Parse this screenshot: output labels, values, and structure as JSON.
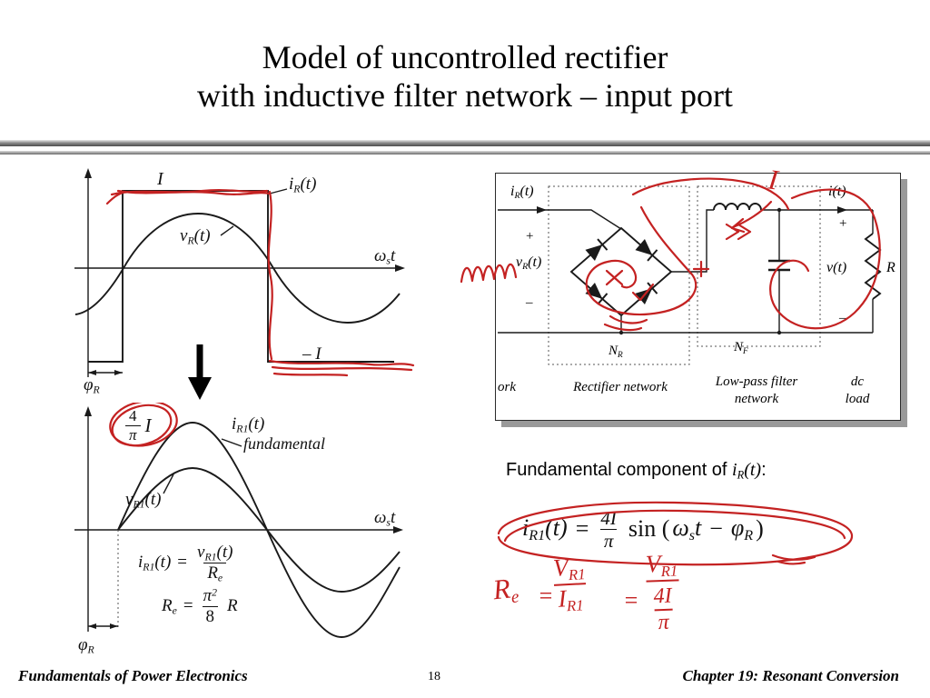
{
  "title": {
    "line1": "Model of uncontrolled rectifier",
    "line2": "with inductive filter network – input port"
  },
  "footer": {
    "left": "Fundamentals of Power Electronics",
    "page": "18",
    "right": "Chapter 19:  Resonant Conversion"
  },
  "colors": {
    "annotation_red": "#c42222",
    "ink_black": "#1a1a1a"
  },
  "plot_top": {
    "peak_label": "I",
    "neg_peak_label": "– I",
    "current_label": {
      "base": "i",
      "sub": "R",
      "rest": "(t)"
    },
    "voltage_label": {
      "base": "v",
      "sub": "R",
      "rest": "(t)"
    },
    "axis_label": {
      "base": "ω",
      "sub": "s",
      "rest": "t"
    },
    "phase_label": {
      "base": "φ",
      "sub": "R"
    }
  },
  "plot_bottom": {
    "peak_fraction": {
      "num": "4",
      "den": "π",
      "mult": "I"
    },
    "current_label": {
      "base": "i",
      "sub": "R1",
      "rest": "(t)"
    },
    "current_note": "fundamental",
    "voltage_label": {
      "base": "v",
      "sub": "R1",
      "rest": "(t)"
    },
    "axis_label": {
      "base": "ω",
      "sub": "s",
      "rest": "t"
    },
    "phase_label": {
      "base": "φ",
      "sub": "R"
    },
    "eq1": {
      "lhs": {
        "base": "i",
        "sub": "R1",
        "rest": "(t)"
      },
      "eq": "=",
      "num": {
        "base": "v",
        "sub": "R1",
        "rest": "(t)"
      },
      "den": {
        "base": "R",
        "sub": "e"
      }
    },
    "eq2": {
      "lhs": {
        "base": "R",
        "sub": "e"
      },
      "eq": "=",
      "num": {
        "base": "π",
        "sup": "2"
      },
      "den": "8",
      "mult": "R"
    }
  },
  "circuit": {
    "input_current": {
      "base": "i",
      "sub": "R",
      "rest": "(t)"
    },
    "input_plus": "+",
    "input_voltage": {
      "base": "v",
      "sub": "R",
      "rest": "(t)"
    },
    "input_minus": "–",
    "output_current": {
      "base": "i",
      "rest": "(t)"
    },
    "output_plus": "+",
    "output_voltage": {
      "base": "v",
      "rest": "(t)"
    },
    "output_minus": "–",
    "load_label": "R",
    "rectifier_symbol": {
      "base": "N",
      "sub": "R"
    },
    "filter_symbol": {
      "base": "N",
      "sub": "F"
    },
    "cropped_caption": "ork",
    "rectifier_caption": "Rectifier network",
    "filter_caption_line1": "Low-pass filter",
    "filter_caption_line2": "network",
    "load_caption_line1": "dc",
    "load_caption_line2": "load",
    "handwritten_I": "I"
  },
  "fundamental_note": {
    "prefix": "Fundamental component of ",
    "var": {
      "base": "i",
      "sub": "R",
      "rest": "(t)"
    },
    "suffix": ":"
  },
  "main_equation": {
    "lhs": {
      "base": "i",
      "sub": "R1",
      "rest": "(t)"
    },
    "eq": "=",
    "frac": {
      "num": "4I",
      "den": "π"
    },
    "fn": "sin (",
    "arg1": {
      "base": "ω",
      "sub": "s",
      "rest": "t"
    },
    "minus": "−",
    "arg2": {
      "base": "φ",
      "sub": "R"
    },
    "close": ")"
  },
  "annotation_math": {
    "lhs": {
      "base": "R",
      "sub": "e"
    },
    "eq1": "=",
    "frac1": {
      "num": {
        "base": "V",
        "sub": "R1"
      },
      "den": {
        "base": "I",
        "sub": "R1"
      }
    },
    "eq2": "=",
    "frac2": {
      "num": {
        "base": "V",
        "sub": "R1"
      },
      "den": {
        "num": "4I",
        "den": "π"
      }
    }
  }
}
